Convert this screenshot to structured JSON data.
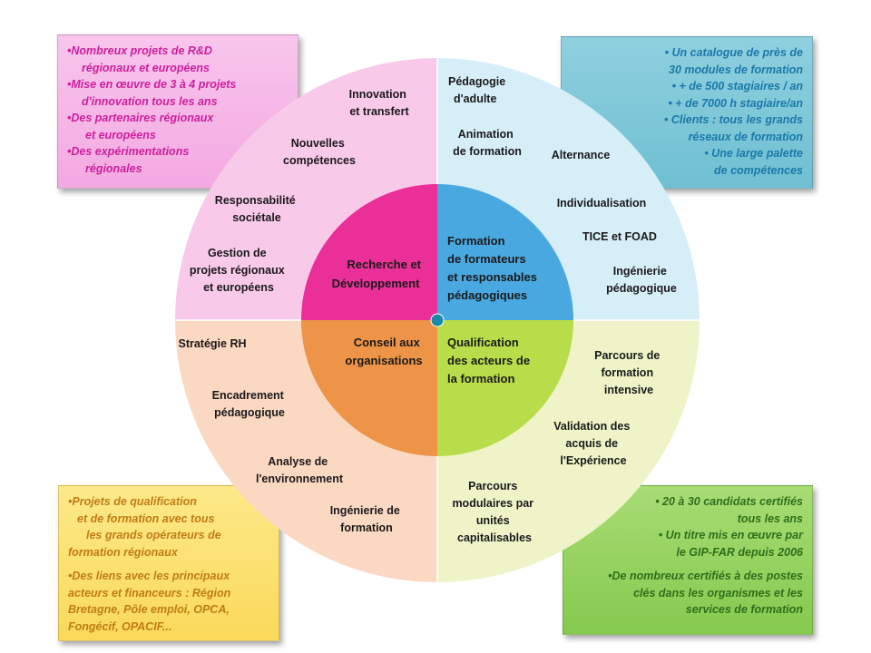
{
  "boxes": {
    "top_left": [
      "•Nombreux projets de R&D",
      "régionaux  et européens",
      "•Mise en œuvre  de  3 à 4 projets",
      "d'innovation tous les ans",
      "•Des partenaires régionaux",
      "et européens",
      "•Des expérimentations",
      "régionales"
    ],
    "top_right": [
      "• Un catalogue de près de",
      "30  modules de formation",
      "• + de 500 stagiaires / an",
      "• + de 7000 h stagiaire/an",
      "• Clients : tous les grands",
      "réseaux de formation",
      "• Une large palette",
      "de compétences"
    ],
    "bottom_left": [
      "•Projets de qualification",
      "et de formation avec tous",
      "les grands  opérateurs de",
      "formation régionaux",
      "•Des liens avec les principaux",
      "acteurs et financeurs : Région",
      "Bretagne, Pôle emploi, OPCA,",
      "Fongécif, OPACIF..."
    ],
    "bottom_right": [
      "• 20 à 30 candidats  certifiés",
      "tous les ans",
      "• Un titre mis en œuvre par",
      "le GIP-FAR depuis  2006",
      "•De nombreux certifiés à des postes",
      "clés dans  les organismes  et les",
      "services de  formation"
    ]
  },
  "core": {
    "top_left": [
      "Recherche et",
      "Développement"
    ],
    "top_right": [
      "Formation",
      "de formateurs",
      "et responsables",
      "pédagogiques"
    ],
    "bottom_left": [
      "Conseil aux",
      "organisations"
    ],
    "bottom_right": [
      "Qualification",
      "des acteurs de",
      "la formation"
    ]
  },
  "ring": {
    "innovation": [
      "Innovation",
      "et transfert"
    ],
    "nouvelles": [
      "Nouvelles",
      "compétences"
    ],
    "responsabilite": [
      "Responsabilité",
      "sociétale"
    ],
    "gestion": [
      "Gestion de",
      "projets régionaux",
      "et européens"
    ],
    "pedagogie": [
      "Pédagogie",
      "d'adulte"
    ],
    "animation": [
      "Animation",
      "de formation"
    ],
    "alternance": [
      "Alternance"
    ],
    "individualisation": [
      "Individualisation"
    ],
    "tice": [
      "TICE et FOAD"
    ],
    "ingenierie_peda": [
      "Ingénierie",
      "pédagogique"
    ],
    "strategie": [
      "Stratégie RH"
    ],
    "encadrement": [
      "Encadrement",
      "pédagogique"
    ],
    "analyse": [
      "Analyse de",
      "l'environnement"
    ],
    "ingenierie_form": [
      "Ingénierie de",
      "formation"
    ],
    "parcours_intensive": [
      "Parcours de",
      "formation",
      "intensive"
    ],
    "validation": [
      "Validation des",
      "acquis de",
      "l'Expérience"
    ],
    "parcours_modulaires": [
      "Parcours",
      "modulaires par",
      "unités",
      "capitalisables"
    ]
  },
  "colors": {
    "outer_tl": "#f9c9ea",
    "outer_tr": "#d6eef8",
    "outer_bl": "#fbd8c2",
    "outer_br": "#eef4c8",
    "inner_tl": "#ea2f98",
    "inner_tr": "#4aa8e0",
    "inner_bl": "#ee9448",
    "inner_br": "#b8dc4a",
    "center_dot": "#1b8aa6"
  }
}
